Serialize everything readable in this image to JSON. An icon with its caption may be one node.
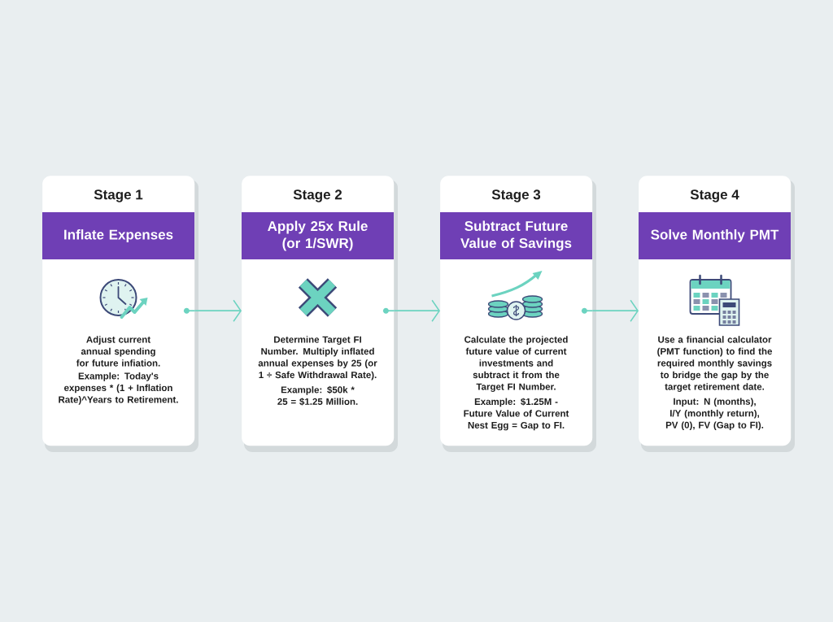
{
  "diagram": {
    "nodes": [
      {
        "text": [
          "Stage 1",
          "Inflate Expenses",
          "Adjust current annual spending for future infiation.",
          "Example: Today's expenses * (1 + Inflation Rate)^Years to Retirement."
        ]
      },
      {
        "text": [
          "Stage 2",
          "Apply 25x Rule (or 1/SWR)",
          "Determine Target FI Number. Multiply inflated annual expenses by 25 (or 1 ÷ Safe Withdrawal Rate).",
          "Example: $50k * 25 = $1.25 Million."
        ]
      },
      {
        "text": [
          "Stage 3",
          "Subtract Future Value of Savings",
          "Calculate the projected future value of current investments and subtract it from the Target FI Number.",
          "Example: $1.25M - Future Value of Current Nest Egg = Gap to FI."
        ]
      },
      {
        "text": [
          "Stage 4",
          "Solve Monthly PMT",
          "Use a financial calculator (PMT function) to find the required monthly savings to bridge the gap by the target retirement date.",
          "Input: N (months), I/Y (monthly return), PV (0), FV (Gap to FI)."
        ]
      }
    ],
    "edges": [
      {
        "from": 0,
        "to": 1,
        "arrow": "to"
      },
      {
        "from": 1,
        "to": 2,
        "arrow": "to"
      },
      {
        "from": 2,
        "to": 3,
        "arrow": "to"
      }
    ]
  }
}
